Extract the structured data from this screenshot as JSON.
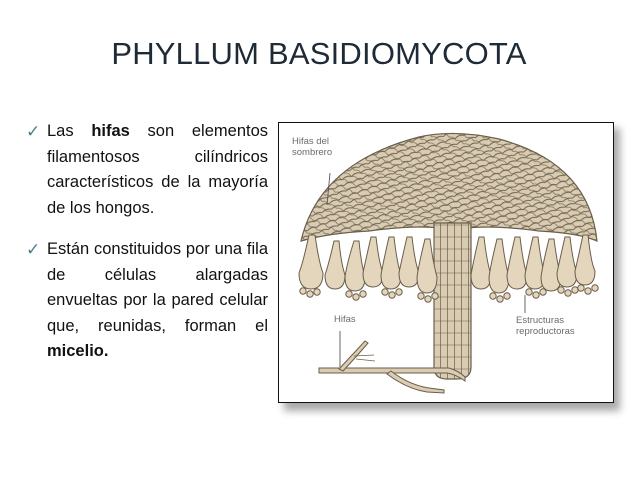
{
  "slide": {
    "title": "PHYLLUM BASIDIOMYCOTA",
    "bullets": [
      {
        "icon": "checkmark-icon",
        "parts": [
          {
            "text": "Las ",
            "bold": false
          },
          {
            "text": "hifas",
            "bold": true
          },
          {
            "text": " son elementos filamentosos cilíndricos característicos de la mayoría de los hongos.",
            "bold": false
          }
        ]
      },
      {
        "icon": "checkmark-icon",
        "parts": [
          {
            "text": "Están constituidos por una fila de células alargadas envueltas por la pared celular que, reunidas, forman el ",
            "bold": false
          },
          {
            "text": "micelio.",
            "bold": true
          }
        ]
      }
    ]
  },
  "figure": {
    "labels": {
      "cap_hyphae": "Hifas del sombrero",
      "cap_hyphae_line1": "Hifas del",
      "cap_hyphae_line2": "sombrero",
      "hyphae": "Hifas",
      "reproductive_line1": "Estructuras",
      "reproductive_line2": "reproductoras"
    },
    "colors": {
      "tissue_fill": "#d9ccb3",
      "tissue_stroke": "#6b5e4a",
      "basidia_fill": "#e3d6bd",
      "label_text": "#6b6b6b",
      "frame_border": "#111111",
      "checkmark": "#4f7f8b",
      "title_text": "#1f2a37"
    }
  }
}
